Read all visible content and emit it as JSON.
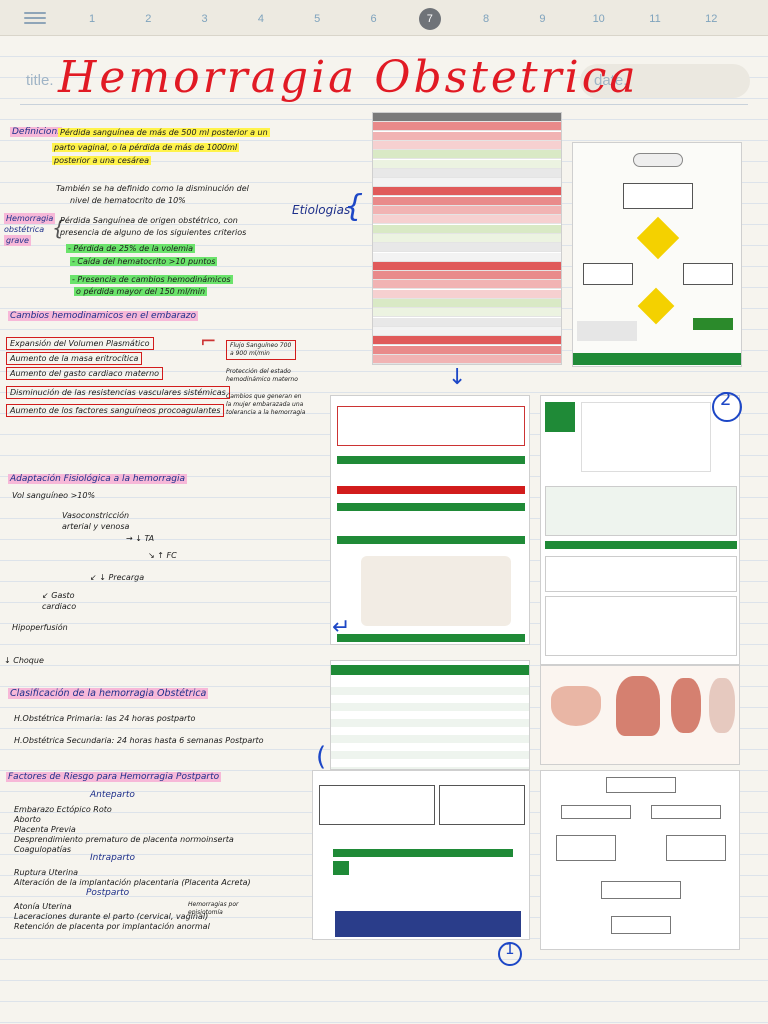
{
  "toolbar": {
    "pages": [
      "1",
      "2",
      "3",
      "4",
      "5",
      "6",
      "7",
      "8",
      "9",
      "10",
      "11",
      "12"
    ],
    "active_page": "7"
  },
  "header": {
    "title_label": "title.",
    "date_label": "date.",
    "title": "Hemorragia Obstetrica"
  },
  "notes": {
    "definicion_label": "Definicion:",
    "definicion_text_1": "Pérdida sanguínea de más de 500 ml posterior a un",
    "definicion_text_2": "parto vaginal, o la pérdida de más de 1000ml",
    "definicion_text_3": "posterior a una cesárea",
    "tambien_1": "También se ha definido como la disminución del",
    "tambien_2": "nivel de hematocrito de 10%",
    "grave_label_1": "Hemorragia",
    "grave_label_2": "obstétrica",
    "grave_label_3": "grave",
    "grave_text_1": "Pérdida Sanguínea de origen obstétrico, con",
    "grave_text_2": "presencia de alguno de los siguientes criterios",
    "grave_b1": "- Pérdida de 25% de la volemia",
    "grave_b2": "- Caída del hematocrito >10 puntos",
    "grave_b3": "- Presencia de cambios hemodinámicos",
    "grave_b4": "o pérdida mayor del 150 ml/min",
    "cambios_title": "Cambios hemodinamicos en el embarazo",
    "cambios_items": [
      "Expansión del Volumen Plasmático",
      "Aumento de la masa eritrocítica",
      "Aumento del gasto cardiaco materno",
      "Disminución de las resistencias vasculares sistémicas",
      "Aumento de los factores sanguíneos procoagulantes"
    ],
    "cambios_side_1": "Flujo Sanguíneo 700 a 900 ml/min",
    "cambios_side_2": "Protección del estado hemodinámico materno",
    "cambios_side_3": "Cambios que generan en la mujer embarazada una tolerancia a la hemorragia",
    "adaptacion_title": "Adaptación Fisiológica a la hemorragia",
    "adaptacion_flow": [
      "Vol sanguíneo >10%",
      "Vasoconstricción arterial y venosa",
      "TA",
      "FC",
      "Precarga",
      "Gasto cardiaco",
      "Hipoperfusión",
      "Choque"
    ],
    "clasif_title": "Clasificación de la hemorragia Obstétrica",
    "clasif_1": "H.Obstétrica Primaria: las 24 horas postparto",
    "clasif_2": "H.Obstétrica Secundaria: 24 horas hasta 6 semanas Postparto",
    "factores_title": "Factores de Riesgo para Hemorragia Postparto",
    "anteparto_label": "Anteparto",
    "anteparto_items": [
      "Embarazo Ectópico Roto",
      "Aborto",
      "Placenta Previa",
      "Desprendimiento prematuro de placenta normoinserta",
      "Coagulopatías"
    ],
    "intraparto_label": "Intraparto",
    "intraparto_items": [
      "Ruptura Uterina",
      "Alteración de la implantación placentaria (Placenta Acreta)"
    ],
    "postparto_label": "Postparto",
    "postparto_items": [
      "Atonía Uterina",
      "Laceraciones durante el parto (cervical, vaginal)",
      "Retención de placenta por implantación anormal"
    ],
    "postparto_side": "Hemorragias por episiotomía",
    "etiologias_label": "Etiologias"
  },
  "pen_marks": {
    "circle_2": "2",
    "circle_1": "1"
  },
  "colors": {
    "title_red": "#e11a24",
    "navy_ink": "#1d2f8a",
    "highlight_yellow": "#fff34a",
    "highlight_green": "#6be36b",
    "highlight_pink": "#f7b8d8",
    "box_red": "#d21c1c",
    "pen_blue": "#1d47c6"
  }
}
